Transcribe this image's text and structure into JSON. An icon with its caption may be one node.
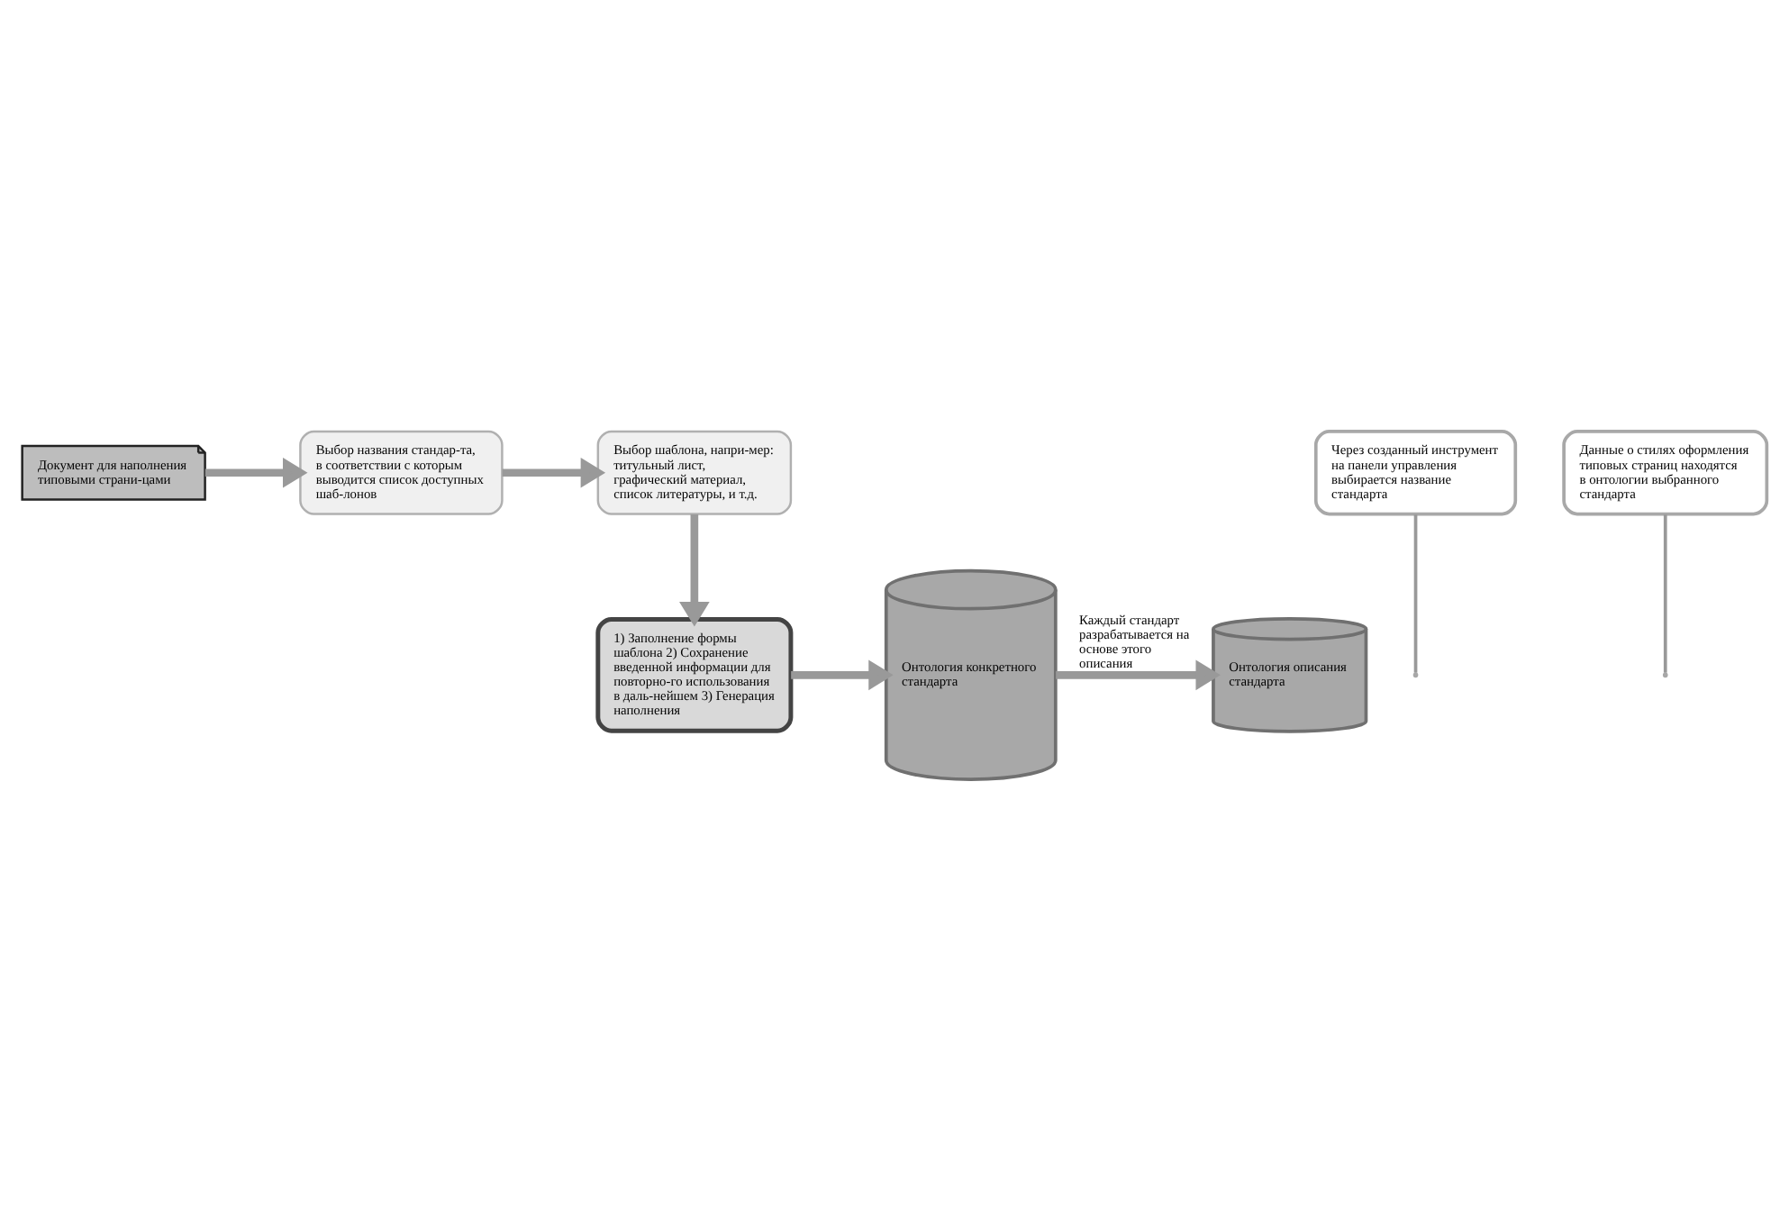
{
  "diagram": {
    "nodes": [
      {
        "text": [
          "Документ для наполнения типовыми страни-цами"
        ]
      },
      {
        "text": [
          "Выбор названия стандар-та, в соответствии с которым выводится список доступных шаб-лонов"
        ]
      },
      {
        "text": [
          "Выбор шаблона, напри-мер: титульный лист, графический материал, список литературы, и т.д."
        ]
      },
      {
        "text": [
          "1) Заполнение формы шаблона 2) Сохранение введенной информации для повторно-го использования в даль-нейшем 3) Генерация наполнения"
        ]
      },
      {
        "text": [
          "Онтология конкретного стандарта"
        ]
      },
      {
        "text": [
          "Онтология описания стандарта"
        ]
      },
      {
        "text": [
          "Через созданный инструмент на панели управления выбирается название стандарта"
        ]
      },
      {
        "text": [
          "Данные о стилях оформления типовых страниц находятся в онтологии выбранного стандарта"
        ]
      }
    ],
    "edges": [
      {
        "from": 0,
        "to": 1,
        "arrow": "to"
      },
      {
        "from": 1,
        "to": 2,
        "arrow": "to"
      },
      {
        "from": 2,
        "to": 3,
        "arrow": "to"
      },
      {
        "from": 3,
        "to": 4,
        "arrow": "to"
      },
      {
        "from": 4,
        "to": 5,
        "arrow": "to",
        "label": "Каждый стандарт разрабатывается на основе этого описания"
      },
      {
        "from": 6,
        "to": null,
        "arrow": "none"
      },
      {
        "from": 7,
        "to": null,
        "arrow": "none"
      }
    ]
  }
}
